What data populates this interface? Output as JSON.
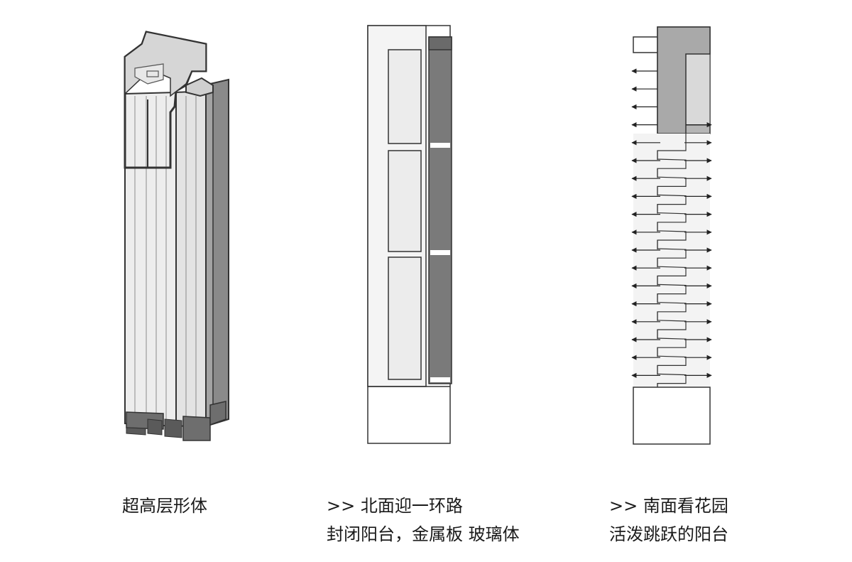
{
  "panels": [
    {
      "id": "massing",
      "caption_lines": [
        "超高层形体"
      ]
    },
    {
      "id": "north",
      "caption_lines": [
        ">> 北面迎一环路",
        "封闭阳台，金属板 玻璃体"
      ]
    },
    {
      "id": "south",
      "caption_lines": [
        ">> 南面看花园",
        "活泼跳跃的阳台"
      ]
    }
  ],
  "colors": {
    "outline": "#333333",
    "light_face": "#ededed",
    "mid_face": "#d6d6d6",
    "dark_face": "#8a8a8a",
    "darker_face": "#6e6e6e",
    "panel_dark": "#7a7a7a",
    "roof_gray": "#b5b5b5",
    "roof_light": "#d9d9d9"
  },
  "south_elevation": {
    "balcony_arrow_rows": 18,
    "stepped_balcony_rows": 14
  }
}
